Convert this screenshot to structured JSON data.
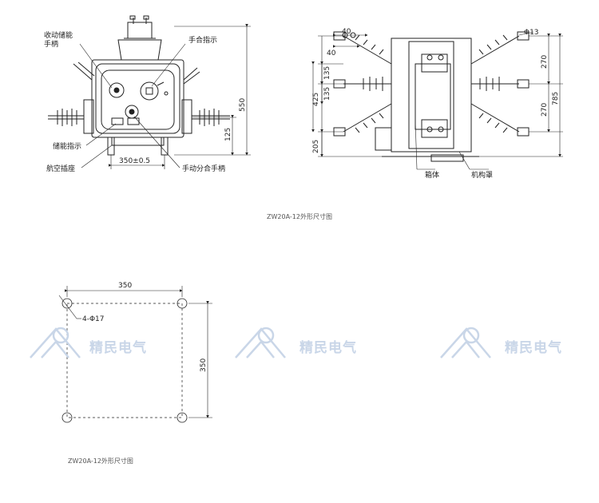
{
  "captions": {
    "top": "ZW20A-12外形尺寸图",
    "bottom": "ZW20A-12外形尺寸图"
  },
  "front_view": {
    "labels": {
      "manual_storage_handle_line1": "收动储能",
      "manual_storage_handle_line2": "手柄",
      "manual_close_indicator": "手合指示",
      "storage_indicator": "储能指示",
      "aviation_socket": "航空插座",
      "manual_open_close_handle": "手动分合手柄"
    },
    "dims": {
      "height_total": "550",
      "height_lower": "125",
      "width_mount": "350±0.5"
    }
  },
  "side_view": {
    "labels": {
      "box_body": "箱体",
      "mechanism_cover": "机构罩"
    },
    "dims": {
      "hole": "Φ13",
      "left_40a": "40",
      "left_40b": "40",
      "left_135a": "135",
      "left_135b": "135",
      "left_425": "425",
      "left_205": "205",
      "right_270a": "270",
      "right_270b": "270",
      "right_785": "785"
    }
  },
  "mount_plan": {
    "dims": {
      "width": "350",
      "height": "350",
      "holes": "4-Φ17"
    }
  },
  "watermark": {
    "brand": "精民电气",
    "accent": "#c9d6e8"
  }
}
